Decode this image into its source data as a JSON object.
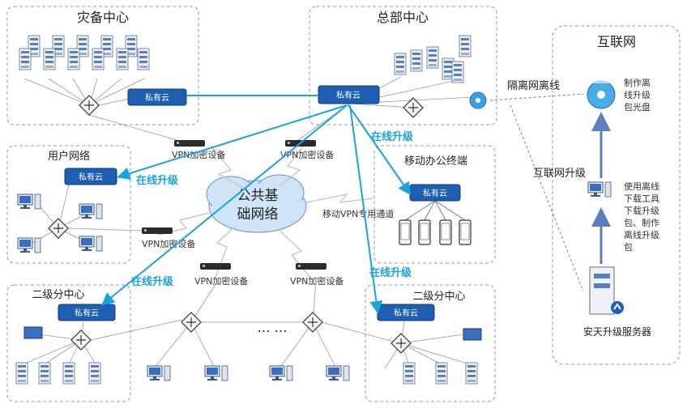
{
  "regions": {
    "disaster": "灾备中心",
    "hq": "总部中心",
    "internet": "互联网",
    "user": "用户网络",
    "mobile": "移动办公终端",
    "branch_left": "二级分中心",
    "branch_right": "二级分中心"
  },
  "cloud": {
    "line1": "公共基",
    "line2": "础网络"
  },
  "appliance_label": "私有云",
  "vpn_label": "VPN加密设备",
  "mobile_vpn": "移动VPN专用通道",
  "online_upgrade": "在线升级",
  "isolation": "隔离网离线",
  "internet_upgrade": "互联网升级",
  "disc_text": [
    "制作离",
    "线升级",
    "包光盘"
  ],
  "workstation_text": [
    "使用离线",
    "下载工具",
    "下载升级",
    "包、制作",
    "离线升级",
    "包"
  ],
  "server_label": "安天升级服务器",
  "ellipsis": "… …",
  "colors": {
    "accent": "#1aa3de",
    "appliance": "#1f5fb2",
    "frame": "#8a9bb0"
  }
}
